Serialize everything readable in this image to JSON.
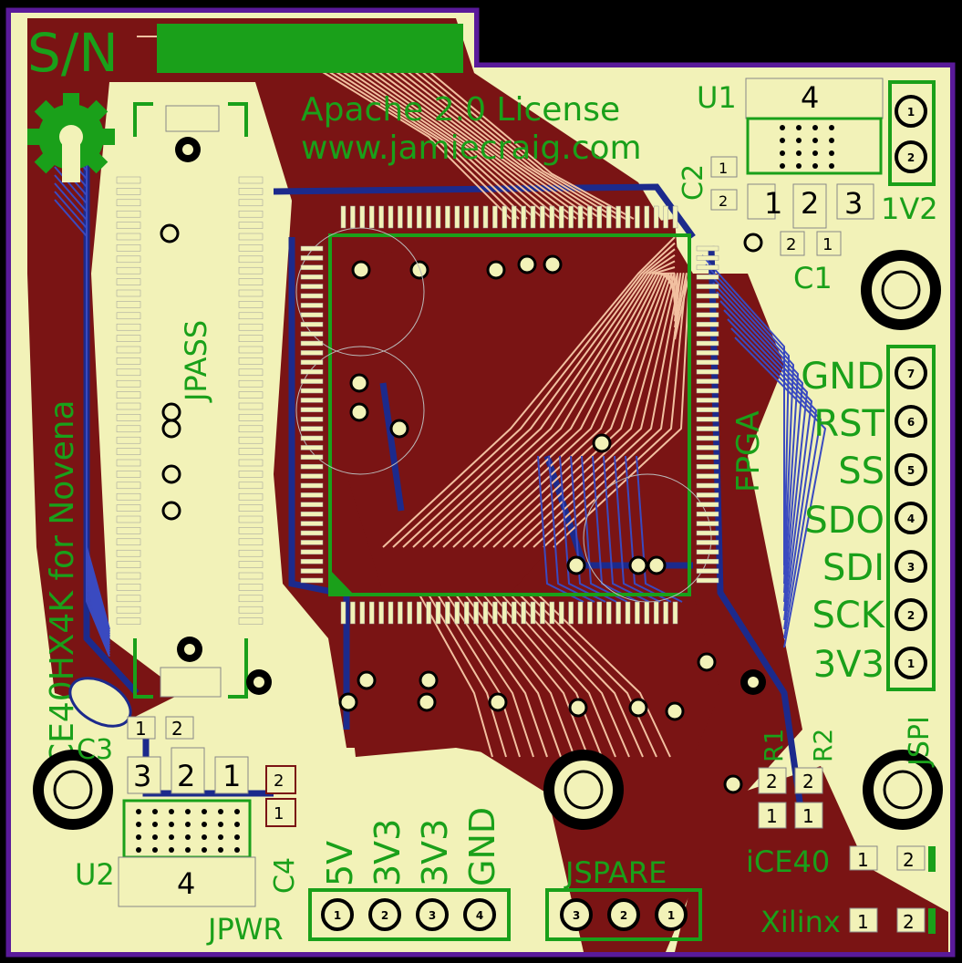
{
  "board": {
    "serial_label": "S/N",
    "license": "Apache  2.0  License",
    "website": "www.jamiecraig.com",
    "product": "iCE40HX4K  for  Novena",
    "fpga_label": "FPGA",
    "jpass_label": "JPASS",
    "colors": {
      "background": "#000000",
      "board": "#f2f2b8",
      "copper_top": "#7a1414",
      "copper_bottom": "#1c2a8c",
      "silkscreen": "#1aa01a",
      "outline": "#5a1a9a"
    }
  },
  "components": {
    "u1": "U1",
    "u1_num": "4",
    "u2": "U2",
    "u2_num": "4",
    "c1": "C1",
    "c2": "C2",
    "c3": "C3",
    "c4": "C4",
    "r1": "R1",
    "r2": "R2",
    "v12": "1V2",
    "u1_pins": [
      "1",
      "2",
      "3"
    ],
    "u2_pins": [
      "3",
      "2",
      "1"
    ],
    "two": "2",
    "one": "1"
  },
  "jspi": {
    "label": "JSPI",
    "signals": [
      "GND",
      "RST",
      "SS",
      "SDO",
      "SDI",
      "SCK",
      "3V3"
    ],
    "pins": [
      "7",
      "6",
      "5",
      "4",
      "3",
      "2",
      "1"
    ]
  },
  "jpwr": {
    "label": "JPWR",
    "signals": [
      "5V",
      "3V3",
      "3V3",
      "GND"
    ],
    "pins": [
      "1",
      "2",
      "3",
      "4"
    ]
  },
  "jspare": {
    "label": "JSPARE",
    "pins": [
      "3",
      "2",
      "1"
    ]
  },
  "jumpers": {
    "ice40": "iCE40",
    "xilinx": "Xilinx"
  }
}
